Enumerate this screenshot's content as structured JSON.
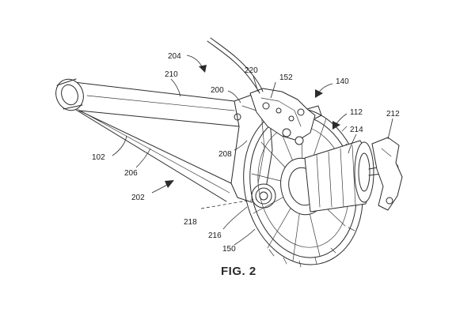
{
  "figure": {
    "title": "FIG. 2"
  },
  "reference_numerals": {
    "frame": "102",
    "wheel_axle_assembly": "112",
    "brake_caliper_assembly": "140",
    "brake_caliper": "150",
    "caliper_mount": "152",
    "rear_frame_assembly": "200",
    "rear_triangle": "202",
    "seat_stay_assembly": "204",
    "chain_stay": "206",
    "dropout": "208",
    "seat_stay": "210",
    "derailleur_hanger": "212",
    "hub": "214",
    "pivot": "216",
    "axis": "218",
    "brake_line": "220"
  }
}
